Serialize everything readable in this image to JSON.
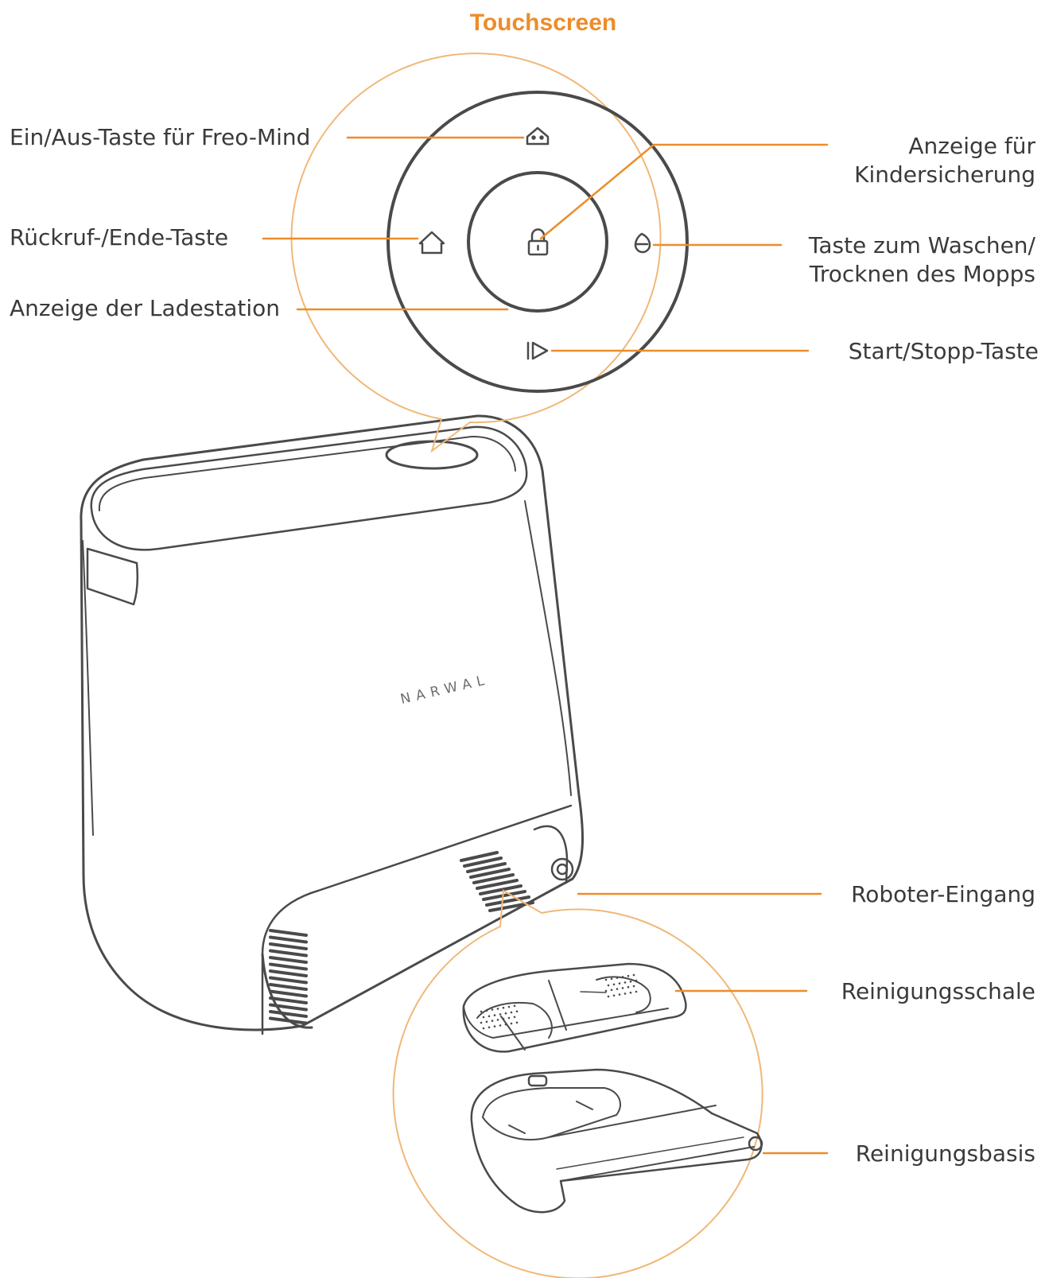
{
  "title": "Touchscreen",
  "brand": "NARWAL",
  "colors": {
    "accent": "#ec8d2a",
    "ink": "#3a3a3a",
    "outline": "#4a4a4a"
  },
  "touchscreen_labels": {
    "power_button": "Ein/Aus-Taste für Freo-Mind",
    "recall_end_button": "Rückruf-/Ende-Taste",
    "dock_indicator": "Anzeige der Ladestation",
    "child_lock_line1": "Anzeige für",
    "child_lock_line2": "Kindersicherung",
    "wash_dry_line1": "Taste zum Waschen/",
    "wash_dry_line2": "Trocknen des Mopps",
    "start_stop_button": "Start/Stopp-Taste"
  },
  "base_labels": {
    "robot_entrance": "Roboter-Eingang",
    "cleaning_tray": "Reinigungsschale",
    "cleaning_base": "Reinigungsbasis"
  },
  "icons": {
    "power": "freo-mind-power-icon",
    "home": "home-icon",
    "lock": "lock-icon",
    "wash": "droplet-icon",
    "play": "play-icon"
  }
}
